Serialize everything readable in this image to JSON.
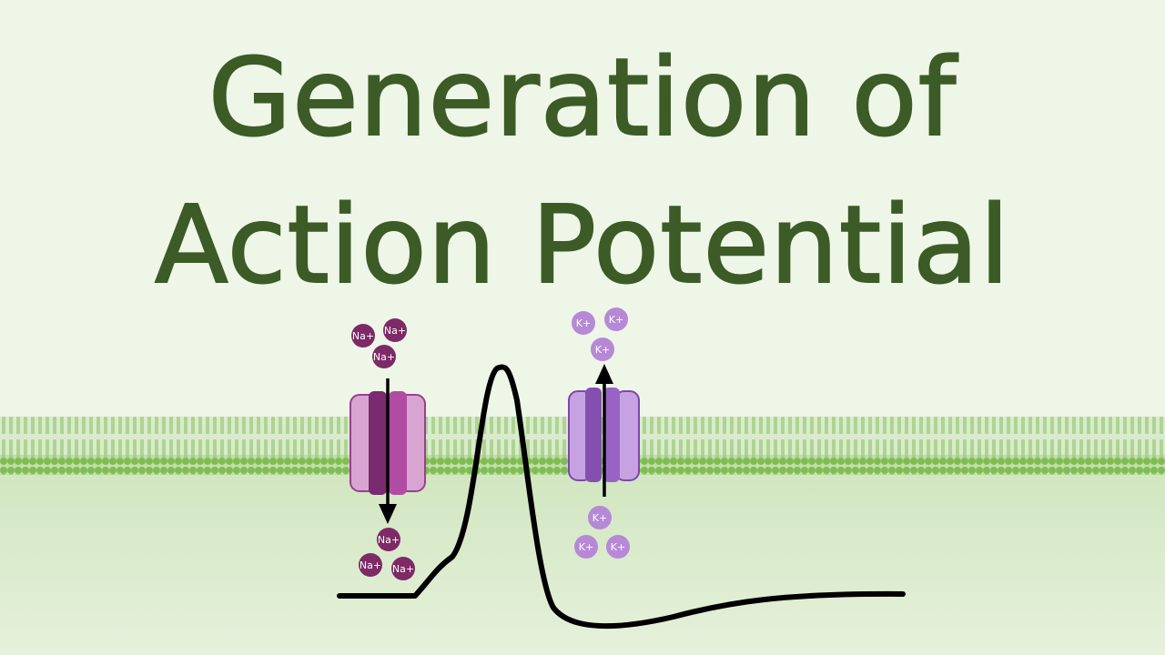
{
  "title": {
    "line1": "Generation of",
    "line2": "Action Potential"
  },
  "ions": {
    "sodium": "Na+",
    "potassium": "K+"
  },
  "colors": {
    "background_top": "#eef6e8",
    "background_bottom": "#d5e8c6",
    "membrane": "#7fbd52",
    "title": "#3c5b26",
    "sodium_ion": "#7d2a66",
    "sodium_channel": "#a53c98",
    "potassium_ion": "#b689d6",
    "potassium_channel": "#8c55b6",
    "trace": "#000000"
  }
}
